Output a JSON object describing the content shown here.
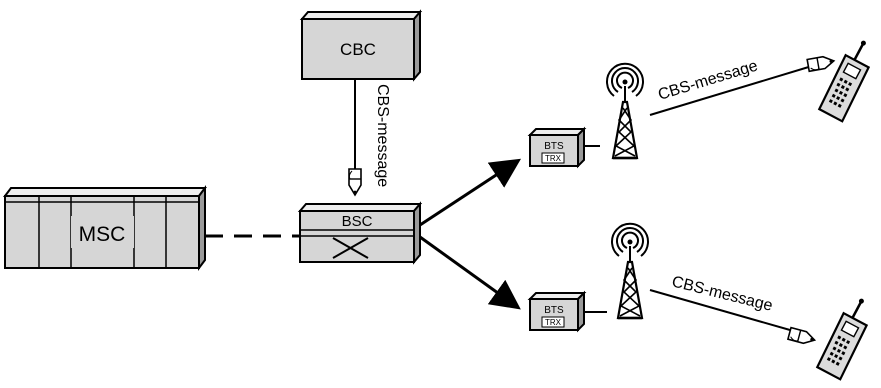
{
  "nodes": {
    "cbc": "CBC",
    "bsc": "BSC",
    "msc": "MSC",
    "bts_top": {
      "label": "BTS",
      "trx": "TRX"
    },
    "bts_bottom": {
      "label": "BTS",
      "trx": "TRX"
    }
  },
  "messages": {
    "cbc_to_bsc": "CBS-message",
    "top_radio": "CBS-message",
    "bottom_radio": "CBS-message"
  },
  "icons": [
    "pen-icon",
    "antenna-tower-icon",
    "mobile-phone-icon"
  ],
  "colors": {
    "box_fill": "#d6d6d6",
    "box_top": "#eeeeee",
    "box_side": "#9a9a9a",
    "line": "#000000"
  }
}
